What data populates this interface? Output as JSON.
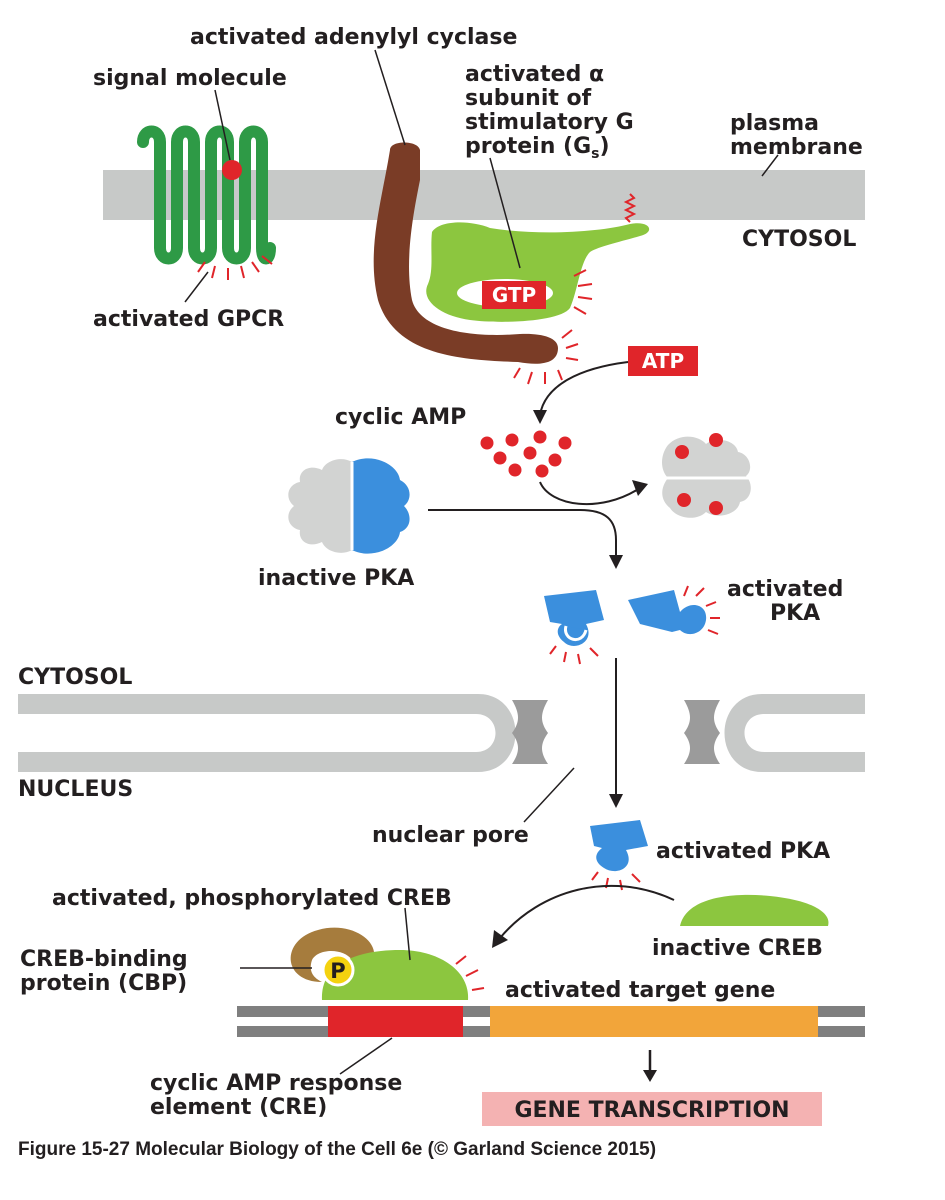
{
  "colors": {
    "membrane": "#c7c9c8",
    "receptor": "#2e9a46",
    "cyclase": "#7a3c26",
    "gprotein": "#8cc63f",
    "red": "#e0252a",
    "pka_reg": "#d2d3d2",
    "pka_cat": "#3b8fdd",
    "pore": "#9b9b9b",
    "cbp": "#a67c3d",
    "phospho": "#f4d20f",
    "gene": "#f2a53a",
    "dna": "#7f7f7f",
    "transcription_bg": "#f4b2b2"
  },
  "labels": {
    "adenylyl_cyclase": "activated adenylyl cyclase",
    "signal_molecule": "signal molecule",
    "alpha_1": "activated α",
    "alpha_2": "subunit of",
    "alpha_3": "stimulatory G",
    "alpha_4": "protein (G",
    "alpha_sub": "s",
    "alpha_close": ")",
    "plasma_1": "plasma",
    "plasma_2": "membrane",
    "cytosol_top": "CYTOSOL",
    "gpcr": "activated GPCR",
    "gtp": "GTP",
    "atp": "ATP",
    "cyclic_amp": "cyclic AMP",
    "inactive_pka": "inactive PKA",
    "activated_pka_1": "activated",
    "activated_pka_2": "PKA",
    "cytosol_mid": "CYTOSOL",
    "nucleus": "NUCLEUS",
    "nuclear_pore": "nuclear pore",
    "activated_pka_nuc": "activated PKA",
    "phospho_creb": "activated, phosphorylated CREB",
    "cbp_1": "CREB-binding",
    "cbp_2": "protein (CBP)",
    "p": "P",
    "inactive_creb": "inactive CREB",
    "target_gene": "activated target gene",
    "cre_1": "cyclic AMP response",
    "cre_2": "element (CRE)",
    "gene_transcription": "GENE TRANSCRIPTION",
    "caption": "Figure 15-27  Molecular Biology of the Cell 6e (© Garland Science 2015)"
  }
}
